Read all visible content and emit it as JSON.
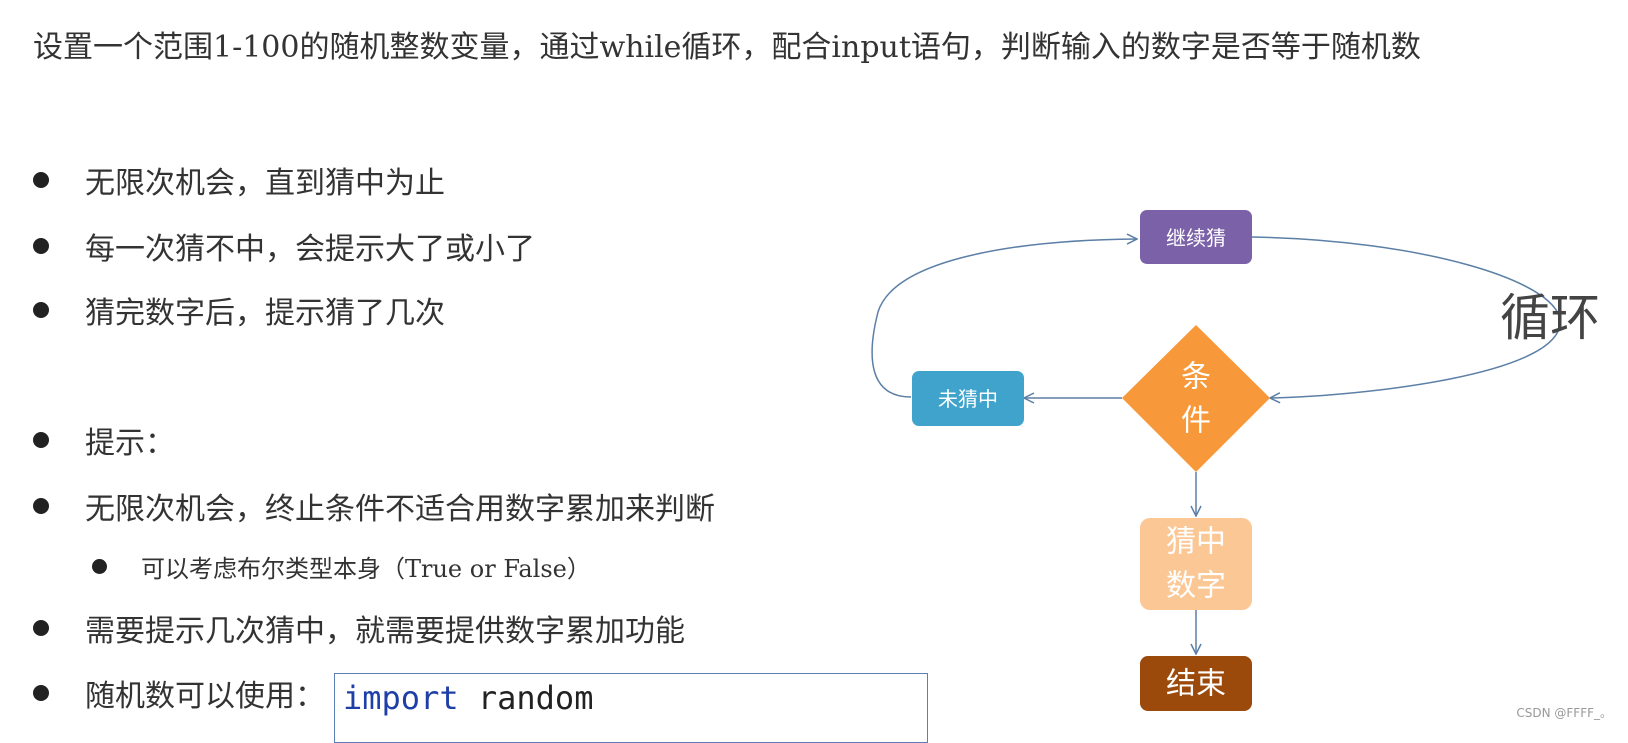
{
  "headline": "设置一个范围1-100的随机整数变量，通过while循环，配合input语句，判断输入的数字是否等于随机数",
  "bullets": [
    "无限次机会，直到猜中为止",
    "每一次猜不中，会提示大了或小了",
    "猜完数字后，提示猜了几次",
    "提示：",
    "无限次机会，终止条件不适合用数字累加来判断",
    "需要提示几次猜中，就需要提供数字累加功能",
    "随机数可以使用："
  ],
  "sub_bullet": "可以考虑布尔类型本身（True or False）",
  "code": {
    "keyword": "import",
    "module": "random"
  },
  "flowchart": {
    "continue_guess": "继续猜",
    "condition_line1": "条",
    "condition_line2": "件",
    "not_guessed": "未猜中",
    "guessed_line1": "猜中",
    "guessed_line2": "数字",
    "end": "结束",
    "loop_label": "循环",
    "colors": {
      "continue_guess": "#7b61a8",
      "condition": "#f7983a",
      "not_guessed": "#3fa3cc",
      "guessed": "#fbc795",
      "end": "#9b4a0c",
      "arrows": "#5b7fa6"
    }
  },
  "watermark": "CSDN @FFFF_。"
}
